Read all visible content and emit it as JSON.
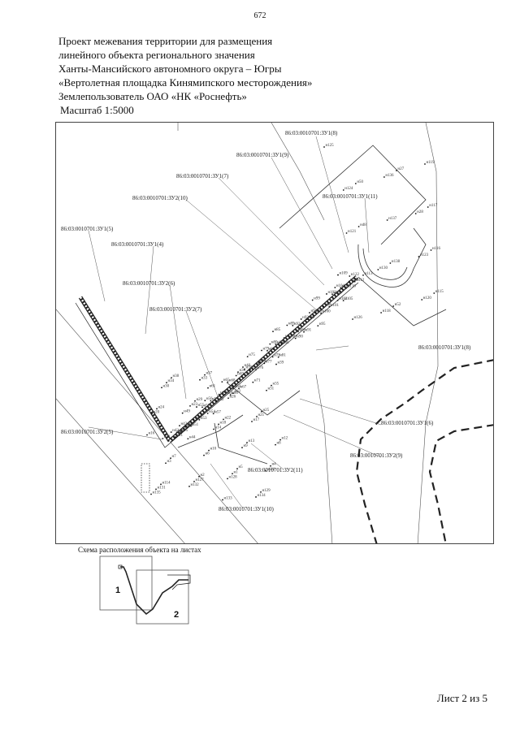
{
  "page_number": "672",
  "header": {
    "line1": "Проект межевания территории для размещения",
    "line2": "линейного объекта регионального значения",
    "line3": "Ханты-Мансийского автономного округа – Югры",
    "line4": "«Вертолетная площадка Кинямипского месторождения»",
    "line5": "Землепользователь ОАО «НК «Роснефть»",
    "scale": "Масштаб 1:5000"
  },
  "map": {
    "parcel_labels": [
      "86:03:0010701:ЗУ1(8)",
      "86:03:0010701:ЗУ1(9)",
      "86:03:0010701:ЗУ1(7)",
      "86:03:0010701:ЗУ2(10)",
      "86:03:0010701:ЗУ1(11)",
      "86:03:0010701:ЗУ1(5)",
      "86:03:0010701:ЗУ1(4)",
      "86:03:0010701:ЗУ2(6)",
      "86:03:0010701:ЗУ2(7)",
      "86:03:0010701:ЗУ1(8)",
      "86:03:0010701:ЗУ2(5)",
      "86:03:0010701:ЗУ1(6)",
      "86:03:0010701:ЗУ2(9)",
      "86:03:0010701:ЗУ2(11)",
      "86:03:0010701:ЗУ1(10)"
    ],
    "point_labels": [
      "н125",
      "н124",
      "н121",
      "н122",
      "н126",
      "н50",
      "н48",
      "н130",
      "н118",
      "н136",
      "н137",
      "н138",
      "н52",
      "н27",
      "н28",
      "н123",
      "н120",
      "н119",
      "н117",
      "н116",
      "н115",
      "н113",
      "н112",
      "н110",
      "н109",
      "н108",
      "н107",
      "н106",
      "н105",
      "н104",
      "н103",
      "н102",
      "н101",
      "н100",
      "н99",
      "н98",
      "н97",
      "н96",
      "н95",
      "н94",
      "н93",
      "н92",
      "н91",
      "н90",
      "н89",
      "н88",
      "н87",
      "н86",
      "н85",
      "н84",
      "н83",
      "н82",
      "н81",
      "н80",
      "н79",
      "н78",
      "н77",
      "н76",
      "н75",
      "н74",
      "н73",
      "н72",
      "н71",
      "н70",
      "н69",
      "н68",
      "н67",
      "н66",
      "н65",
      "н64",
      "н63",
      "н62",
      "н61",
      "н60",
      "н59",
      "н58",
      "н57",
      "н56",
      "н55",
      "н54",
      "н53",
      "н51",
      "н49",
      "н47",
      "н46",
      "н45",
      "н44",
      "н43",
      "н42",
      "н41",
      "н40",
      "н39",
      "н38",
      "н37",
      "н36",
      "н35",
      "н34",
      "н33",
      "н32",
      "н31",
      "н30",
      "н29",
      "н26",
      "н25",
      "н24",
      "н23",
      "н22",
      "н21",
      "н20",
      "н19",
      "н18",
      "н17",
      "н16",
      "н15",
      "н14",
      "н13",
      "н12",
      "н11",
      "н10",
      "н9",
      "н8",
      "н7",
      "н6",
      "н5",
      "н4",
      "н3",
      "н2",
      "н1",
      "н111",
      "н114",
      "н127",
      "н128",
      "н129",
      "н131",
      "н132",
      "н133",
      "н134",
      "н135"
    ]
  },
  "scheme": {
    "caption": "Схема расположения объекта на листах",
    "sheet1": "1",
    "sheet2": "2"
  },
  "sheet_label": "Лист 2 из 5"
}
